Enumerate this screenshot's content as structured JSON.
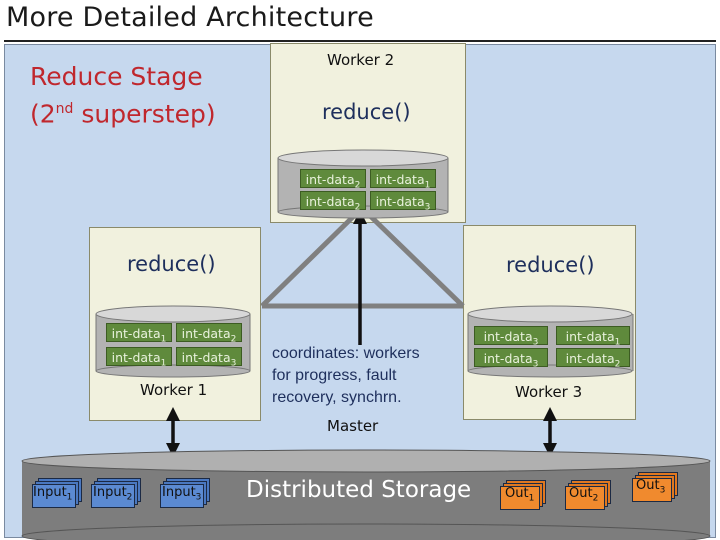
{
  "title": "More Detailed Architecture",
  "stage": {
    "line1": "Reduce Stage",
    "line2_pre": "(2",
    "line2_sup": "nd",
    "line2_post": " superstep)"
  },
  "worker2": {
    "label": "Worker 2",
    "fn": "reduce()",
    "cells": [
      {
        "text": "int-data",
        "sub": "2"
      },
      {
        "text": "int-data",
        "sub": "1"
      },
      {
        "text": "int-data",
        "sub": "2"
      },
      {
        "text": "int-data",
        "sub": "3"
      }
    ]
  },
  "worker1": {
    "label": "Worker 1",
    "fn": "reduce()",
    "cells": [
      {
        "text": "int-data",
        "sub": "1"
      },
      {
        "text": "int-data",
        "sub": "2"
      },
      {
        "text": "int-data",
        "sub": "1"
      },
      {
        "text": "int-data",
        "sub": "3"
      }
    ]
  },
  "worker3": {
    "label": "Worker 3",
    "fn": "reduce()",
    "cells": [
      {
        "text": "int-data",
        "sub": "3"
      },
      {
        "text": "int-data",
        "sub": "1"
      },
      {
        "text": "int-data",
        "sub": "3"
      },
      {
        "text": "int-data",
        "sub": "2"
      }
    ]
  },
  "master": {
    "line1": "coordinates: workers",
    "line2": "for progress, fault",
    "line3": "recovery, synchrn.",
    "label": "Master"
  },
  "storage": {
    "label": "Distributed Storage",
    "inputs": [
      {
        "text": "Input",
        "sub": "1"
      },
      {
        "text": "Input",
        "sub": "2"
      },
      {
        "text": "Input",
        "sub": "3"
      }
    ],
    "outputs": [
      {
        "text": "Out",
        "sub": "1"
      },
      {
        "text": "Out",
        "sub": "2"
      },
      {
        "text": "Out",
        "sub": "3"
      }
    ]
  },
  "colors": {
    "panel": "#c6d8ee",
    "worker_box": "#f1f1de",
    "stage_text": "#c0272d",
    "data_cell": "#5f8a3c",
    "input_file": "#4a78c0",
    "output_file": "#f08a2e",
    "storage": "#7d7d7d"
  }
}
